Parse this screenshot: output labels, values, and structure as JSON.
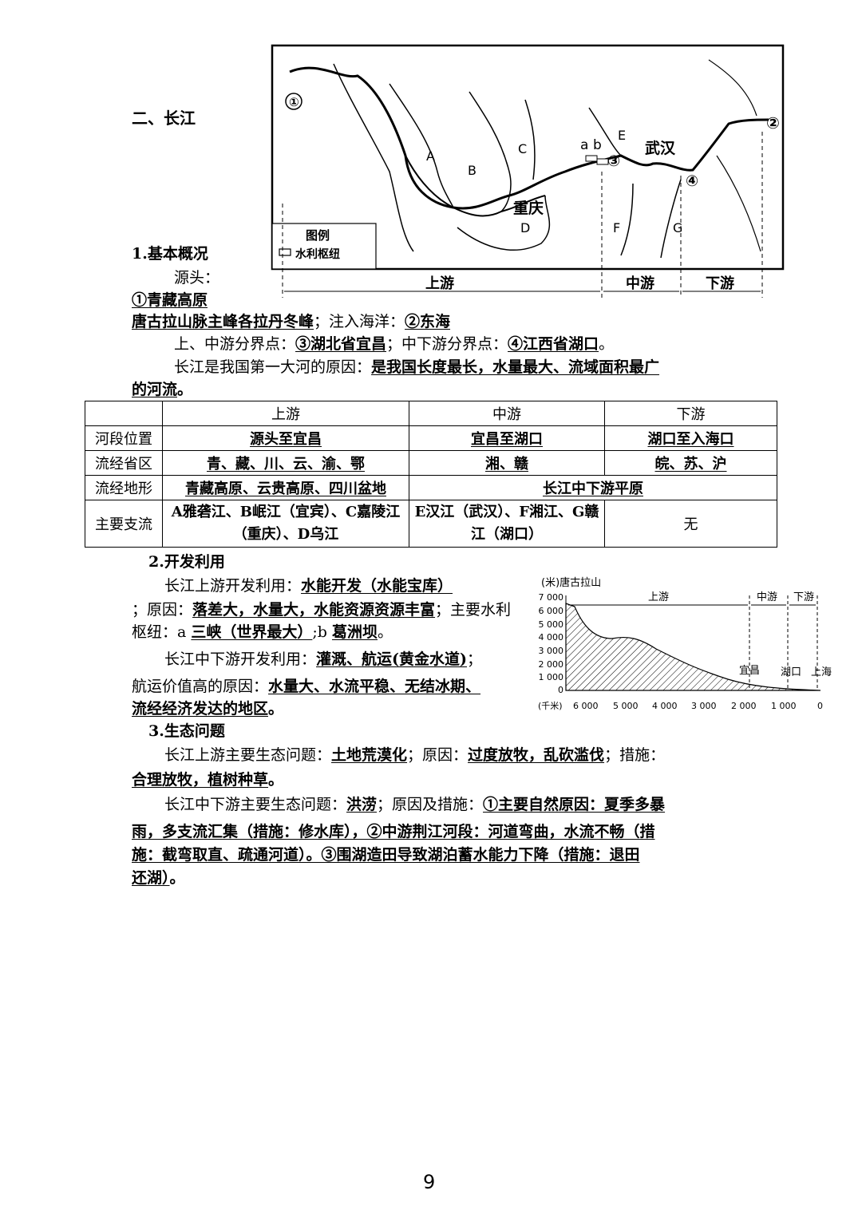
{
  "section_title": "二、长江",
  "map": {
    "labels": {
      "source_num": "①",
      "sea_num": "②",
      "yichang_num": "③",
      "hukou_num": "④",
      "A": "A",
      "B": "B",
      "C": "C",
      "D": "D",
      "E": "E",
      "F": "F",
      "G": "G",
      "a": "a",
      "b": "b",
      "wuhan": "武汉",
      "chongqing": "重庆"
    },
    "legend_title": "图例",
    "legend_item": "水利枢纽",
    "segments": {
      "upper": "上游",
      "middle": "中游",
      "lower": "下游"
    }
  },
  "overview": {
    "heading": "1.基本概况",
    "source_label": "源头：",
    "source_value": "①青藏高原",
    "peak_value": "唐古拉山脉主峰各拉丹冬峰",
    "ocean_label": "；注入海洋：",
    "ocean_value": "②东海",
    "boundary_prefix": "上、中游分界点：",
    "boundary1_value": "③湖北省宜昌",
    "boundary_mid": "；中下游分界点：",
    "boundary2_value": "④江西省湖口",
    "boundary_end": "。",
    "reason_prefix": "长江是我国第一大河的原因：",
    "reason_value_1": "是我国长度最长，水量最大、流域面积最广",
    "reason_value_2": "的河流",
    "reason_end": "。"
  },
  "table": {
    "headers": [
      "",
      "上游",
      "中游",
      "下游"
    ],
    "rows": [
      {
        "label": "河段位置",
        "cells": [
          "源头至宜昌",
          "宜昌至湖口",
          "湖口至入海口"
        ]
      },
      {
        "label": "流经省区",
        "cells": [
          "青、藏、川、云、渝、鄂",
          "湘、赣",
          "皖、苏、沪"
        ]
      },
      {
        "label": "流经地形",
        "cells": [
          "青藏高原、云贵高原、四川盆地",
          "长江中下游平原"
        ]
      },
      {
        "label": "主要支流",
        "cells": [
          "A雅砻江、B岷江（宜宾）、C嘉陵江（重庆）、D乌江",
          "E汉江（武汉）、F湘江、G赣江（湖口）",
          "无"
        ]
      }
    ]
  },
  "development": {
    "heading": "2.开发利用",
    "upper_prefix": "长江上游开发利用：",
    "upper_value": "水能开发（水能宝库）",
    "upper_reason_label": "；原因：",
    "upper_reason": "落差大，水量大，水能资源资源丰富",
    "hub_label": "；主要水利枢纽：a ",
    "hub_a": "三峡（世界最大）",
    "hub_b_prefix": ";b ",
    "hub_b": "葛洲坝",
    "hub_end": "。",
    "lower_prefix": "长江中下游开发利用：",
    "lower_value": "灌溉、航运(黄金水道)",
    "lower_sep": "；",
    "shipping_prefix": "航运价值高的原因：",
    "shipping_value_1": "水量大、水流平稳、无结冰期、",
    "shipping_value_2": "流经经济发达的地区",
    "shipping_end": "。"
  },
  "profile_chart": {
    "ylabel": "(米)唐古拉山",
    "xlabel": "(千米)",
    "yticks": [
      "7 000",
      "6 000",
      "5 000",
      "4 000",
      "3 000",
      "2 000",
      "1 000",
      "0"
    ],
    "xticks": [
      "6 000",
      "5 000",
      "4 000",
      "3 000",
      "2 000",
      "1 000",
      "0"
    ],
    "segments": [
      "上游",
      "中游",
      "下游"
    ],
    "points": [
      "宜昌",
      "湖口",
      "上海"
    ]
  },
  "ecology": {
    "heading": "3.生态问题",
    "upper_prefix": "长江上游主要生态问题：",
    "upper_problem": "土地荒漠化",
    "upper_reason_label": "；原因：",
    "upper_reason": "过度放牧，乱砍滥伐",
    "upper_measure_label": "；措施：",
    "upper_measure": "合理放牧，植树种草",
    "upper_end": "。",
    "lower_prefix": "长江中下游主要生态问题：",
    "lower_problem": "洪涝",
    "lower_label": "；原因及措施：",
    "lower_line1": "①主要自然原因：夏季多暴",
    "lower_line2": "雨，多支流汇集（措施：修水库），②中游荆江河段：河道弯曲，水流不畅（措",
    "lower_line3": "施：截弯取直、疏通河道）。③围湖造田导致湖泊蓄水能力下降（措施：退田",
    "lower_line4": "还湖）",
    "lower_end": "。"
  },
  "page_number": "9"
}
